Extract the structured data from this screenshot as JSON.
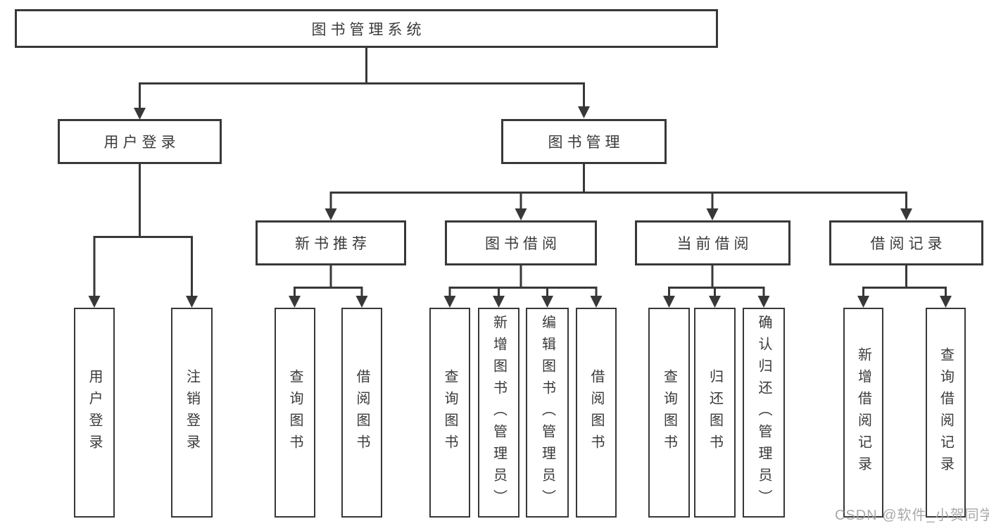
{
  "diagram": {
    "title": "图书管理系统",
    "modules": [
      {
        "label": "用户登录",
        "children": [
          {
            "label": "用户登录"
          },
          {
            "label": "注销登录"
          }
        ]
      },
      {
        "label": "图书管理",
        "children": [
          {
            "label": "新书推荐",
            "children": [
              {
                "label": "查询图书"
              },
              {
                "label": "借阅图书"
              }
            ]
          },
          {
            "label": "图书借阅",
            "children": [
              {
                "label": "查询图书"
              },
              {
                "label": "新增图书（管理员）"
              },
              {
                "label": "编辑图书（管理员）"
              },
              {
                "label": "借阅图书"
              }
            ]
          },
          {
            "label": "当前借阅",
            "children": [
              {
                "label": "查询图书"
              },
              {
                "label": "归还图书"
              },
              {
                "label": "确认归还（管理员）"
              }
            ]
          },
          {
            "label": "借阅记录",
            "children": [
              {
                "label": "新增借阅记录"
              },
              {
                "label": "查询借阅记录"
              }
            ]
          }
        ]
      }
    ]
  },
  "watermark": {
    "text": "CSDN @软件_小贺同学"
  },
  "colors": {
    "line": "#383838",
    "box_border": "#383838",
    "text": "#3a3a3a",
    "watermark": "#a0a0a0",
    "background": "#ffffff"
  }
}
